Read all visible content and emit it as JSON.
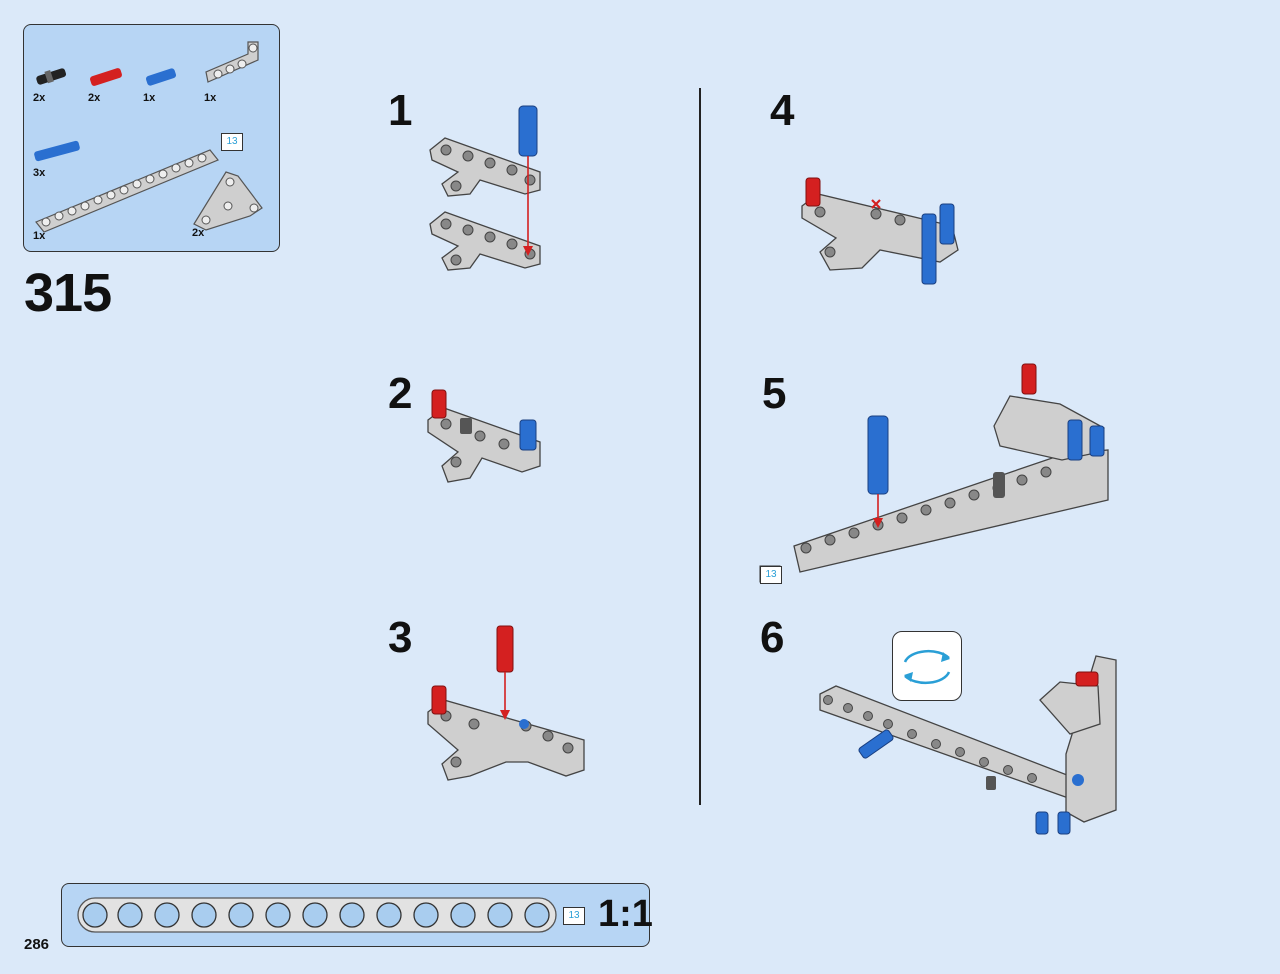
{
  "page_step": "315",
  "page_number": "286",
  "scale_label": "1:1",
  "callout_tag": "13",
  "parts": [
    {
      "qty": "2x",
      "part": "black-pin"
    },
    {
      "qty": "2x",
      "part": "red-axle-pin"
    },
    {
      "qty": "1x",
      "part": "blue-pin"
    },
    {
      "qty": "1x",
      "part": "gray-angled-beam"
    },
    {
      "qty": "3x",
      "part": "blue-long-pin"
    },
    {
      "qty": "1x",
      "part": "gray-beam-13"
    },
    {
      "qty": "2x",
      "part": "gray-triangle-beam"
    }
  ],
  "sub_steps": [
    "1",
    "2",
    "3",
    "4",
    "5",
    "6"
  ],
  "colors": {
    "background": "#dbe9f9",
    "panel": "#b7d5f4",
    "beam_gray": "#cfcfcf",
    "pin_blue": "#2a6fd0",
    "pin_red": "#d42020",
    "arrow_red": "#d42020",
    "tag_cyan": "#2a9fd6"
  },
  "icons": [
    "rotate-model-icon"
  ]
}
